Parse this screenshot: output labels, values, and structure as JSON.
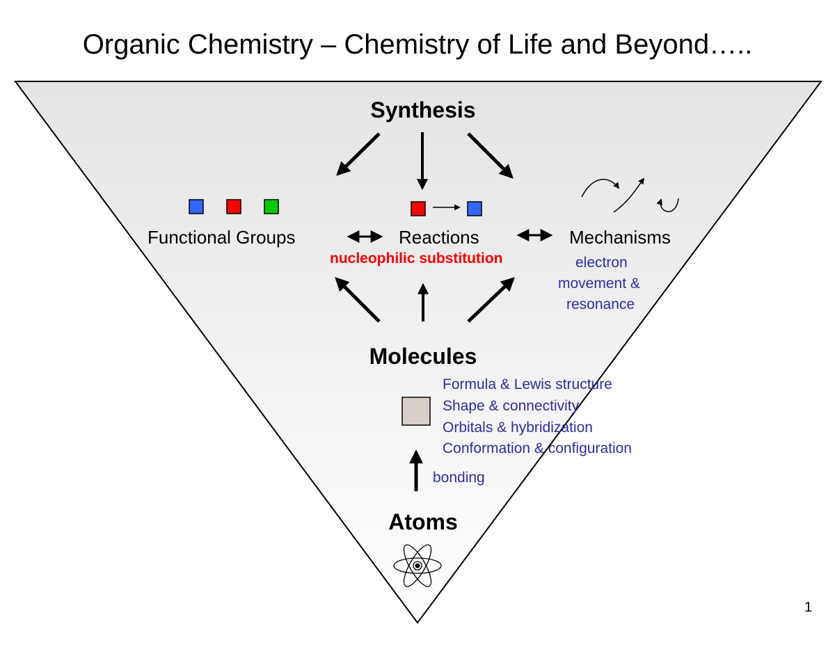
{
  "title": "Organic Chemistry – Chemistry of Life and Beyond…..",
  "nodes": {
    "synthesis": "Synthesis",
    "functional_groups": "Functional Groups",
    "reactions": "Reactions",
    "mechanisms": "Mechanisms",
    "molecules": "Molecules",
    "atoms": "Atoms"
  },
  "reaction_example": "nucleophilic substitution",
  "mechanism_notes": [
    "electron",
    "movement &",
    "resonance"
  ],
  "molecule_properties": [
    "Formula & Lewis structure",
    "Shape & connectivity",
    "Orbitals & hybridization",
    "Conformation & configuration"
  ],
  "bonding_label": "bonding",
  "page_number": "1",
  "colors": {
    "blue_square": "#3366ff",
    "red_square": "#ff0000",
    "green_square": "#00cc00",
    "annotation_text": "#2e2e9e",
    "highlight_text": "#ff0000",
    "molecule_square": "#d8d0c4"
  },
  "icons": [
    "atom-icon",
    "curved-arrow-icon",
    "molecule-square-icon"
  ]
}
